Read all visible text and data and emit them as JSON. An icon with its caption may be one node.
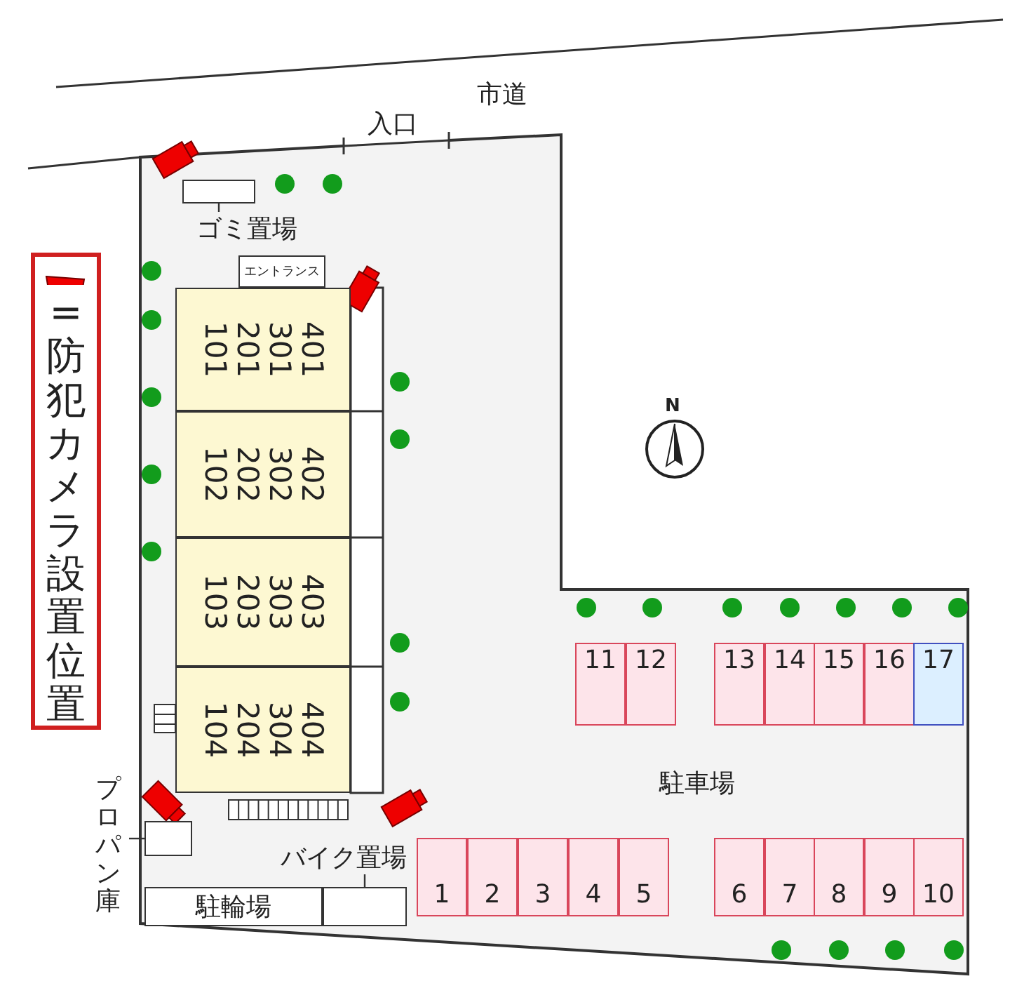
{
  "diagram": {
    "nodes": [
      {
        "text": [
          "=防犯カメラ設置位置"
        ]
      },
      {
        "text": [],
        "shape": "box"
      },
      {
        "text": [
          "ゴミ置場"
        ]
      },
      {
        "text": [
          "エントランス"
        ]
      },
      {
        "text": [
          "401",
          "301",
          "201",
          "101"
        ]
      },
      {
        "text": [
          "402",
          "302",
          "202",
          "102"
        ]
      },
      {
        "text": [
          "403",
          "303",
          "203",
          "103"
        ]
      },
      {
        "text": [
          "404",
          "304",
          "204",
          "104"
        ]
      },
      {
        "text": [],
        "shape": "box"
      },
      {
        "text": [
          "プロパン庫"
        ]
      },
      {
        "text": [
          "バイク置場"
        ]
      },
      {
        "text": [
          "駐輪場"
        ]
      },
      {
        "text": [],
        "shape": "box"
      },
      {
        "text": [
          "11"
        ]
      },
      {
        "text": [
          "12"
        ]
      },
      {
        "text": [
          "13"
        ]
      },
      {
        "text": [
          "14"
        ]
      },
      {
        "text": [
          "15"
        ]
      },
      {
        "text": [
          "16"
        ]
      },
      {
        "text": [
          "17"
        ]
      },
      {
        "text": [
          "1"
        ]
      },
      {
        "text": [
          "2"
        ]
      },
      {
        "text": [
          "3"
        ]
      },
      {
        "text": [
          "4"
        ]
      },
      {
        "text": [
          "5"
        ]
      },
      {
        "text": [
          "6"
        ]
      },
      {
        "text": [
          "7"
        ]
      },
      {
        "text": [
          "8"
        ]
      },
      {
        "text": [
          "9"
        ]
      },
      {
        "text": [
          "10"
        ]
      }
    ],
    "edges": [
      {
        "from": 2,
        "to": 1,
        "arrow": "none"
      },
      {
        "from": 9,
        "to": 8,
        "arrow": "none"
      },
      {
        "from": 10,
        "to": 12,
        "arrow": "none"
      }
    ],
    "labels": [
      "市道",
      "入口",
      "N",
      "駐車場"
    ]
  }
}
